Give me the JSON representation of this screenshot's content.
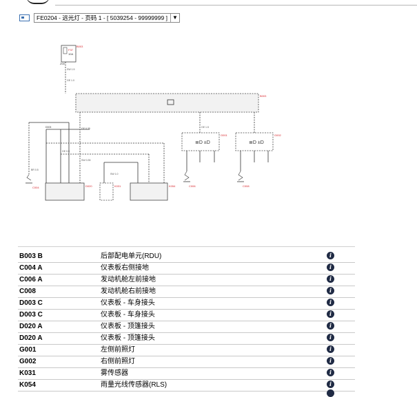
{
  "selector": {
    "value": "FE0204 - 远光灯 - 页码 1 - [ 5039254 - 99999999 ]",
    "icon": "headlight-icon"
  },
  "diagram": {
    "icon": "high-beam-icon",
    "labels": {
      "fuse_id": "F37",
      "fuse_amp": "10A",
      "fuse_top": "B003",
      "fuse_pin": "Z00",
      "rdu": "B003",
      "g001": "G001",
      "g002": "G002",
      "c004": "C004",
      "c006": "C006",
      "c008": "C008",
      "d003": "D003",
      "d020": "D020",
      "k031": "K031",
      "k054": "K054",
      "w1": "SW 1.5",
      "w2": "GE 1.0",
      "w3": "GE 0.35",
      "w4": "SW 0.35",
      "w5": "GE 0.5",
      "w6": "SW 1.0",
      "w7": "GE 1.5",
      "w8": "BR 0.5"
    }
  },
  "legend": {
    "rows": [
      {
        "code": "B003 B",
        "desc": "后部配电单元(RDU)"
      },
      {
        "code": "C004 A",
        "desc": "仪表板右侧接地"
      },
      {
        "code": "C006 A",
        "desc": "发动机舱左前接地"
      },
      {
        "code": "C008",
        "desc": "发动机舱右前接地"
      },
      {
        "code": "D003 C",
        "desc": "仪表板 - 车身接头"
      },
      {
        "code": "D003 C",
        "desc": "仪表板 - 车身接头"
      },
      {
        "code": "D020 A",
        "desc": "仪表板 - 顶篷接头"
      },
      {
        "code": "D020 A",
        "desc": "仪表板 - 顶篷接头"
      },
      {
        "code": "G001",
        "desc": "左侧前照灯"
      },
      {
        "code": "G002",
        "desc": "右侧前照灯"
      },
      {
        "code": "K031",
        "desc": "雾传感器"
      },
      {
        "code": "K054",
        "desc": "雨量光线传感器(RLS)"
      }
    ],
    "info_glyph": "i"
  },
  "colors": {
    "accent": "#d8262c",
    "line": "#333333",
    "border": "#b5b5b5"
  }
}
